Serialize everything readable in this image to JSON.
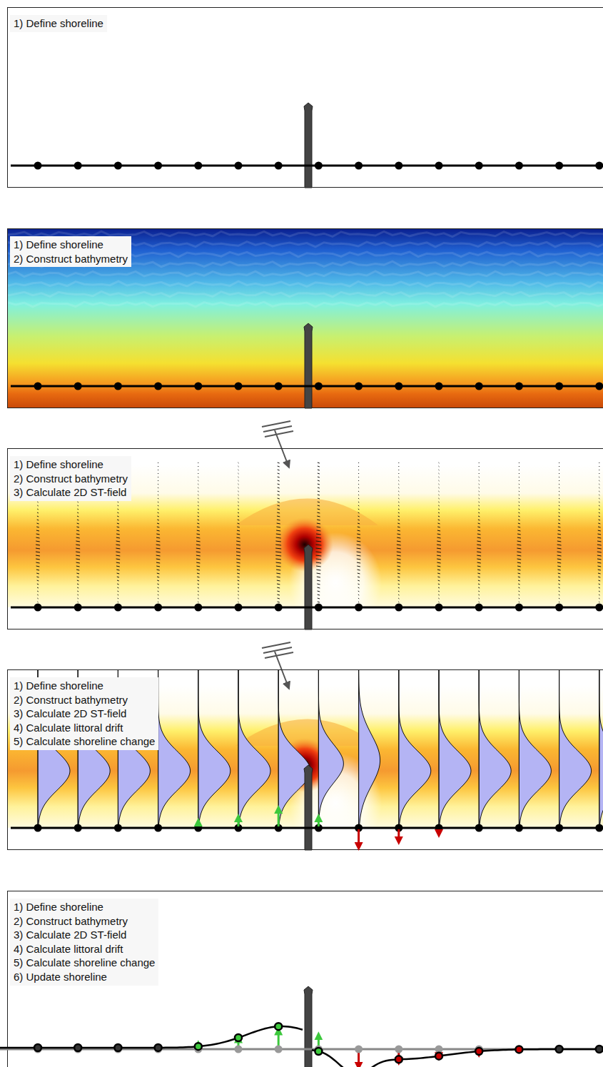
{
  "diagram": {
    "labels": [
      "1) Define shoreline",
      "1) Define shoreline",
      "2) Construct bathymetry",
      "1) Define shoreline",
      "2) Construct bathymetry",
      "3) Calculate 2D ST-field",
      "1) Define shoreline",
      "2) Construct bathymetry",
      "3) Calculate 2D ST-field",
      "4) Calculate littoral drift",
      "5) Calculate shoreline change",
      "1) Define shoreline",
      "2) Construct bathymetry",
      "3) Calculate 2D ST-field",
      "4) Calculate littoral drift",
      "5) Calculate shoreline change",
      "6) Update shoreline"
    ]
  }
}
